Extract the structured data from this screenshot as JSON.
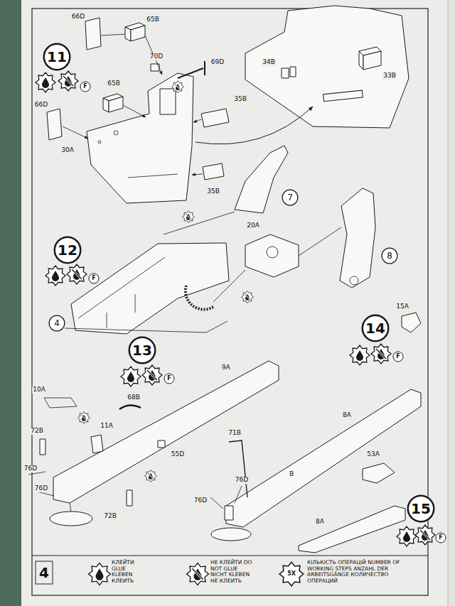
{
  "diagram": {
    "nodes": [
      {
        "text": [
          "11"
        ]
      },
      {
        "text": [
          "7"
        ]
      },
      {
        "text": [
          "12"
        ]
      },
      {
        "text": [
          "8"
        ]
      },
      {
        "text": [
          "4"
        ]
      },
      {
        "text": [
          "14"
        ]
      },
      {
        "text": [
          "13"
        ]
      },
      {
        "text": [
          "15"
        ]
      }
    ],
    "labels": [
      "66D",
      "65B",
      "70D",
      "69D",
      "65B",
      "66D",
      "35B",
      "30A",
      "35B",
      "34B",
      "33B",
      "20A",
      "10A",
      "68B",
      "11A",
      "9A",
      "72B",
      "55D",
      "76D",
      "76D",
      "72B",
      "71B",
      "76D",
      "76D",
      "8A",
      "B",
      "15A",
      "53A",
      "8A",
      "F",
      "F",
      "F",
      "F",
      "F",
      "5X",
      "4"
    ],
    "legend": [
      {
        "text": "КЛЕЙТИ GLUE KLEBEN КЛЕИТЬ"
      },
      {
        "text": "НЕ КЛЕЙТИ DO NOT GLUE NICHT KLEBEN НЕ КЛЕИТЬ"
      },
      {
        "text": "КІЛЬКІСТЬ ОПЕРАЦІЙ NUMBER OF WORKING STEPS ANZAHL DER ARBEITSGÄNGE КОЛИЧЕСТВО ОПЕРАЦИЙ"
      }
    ]
  }
}
